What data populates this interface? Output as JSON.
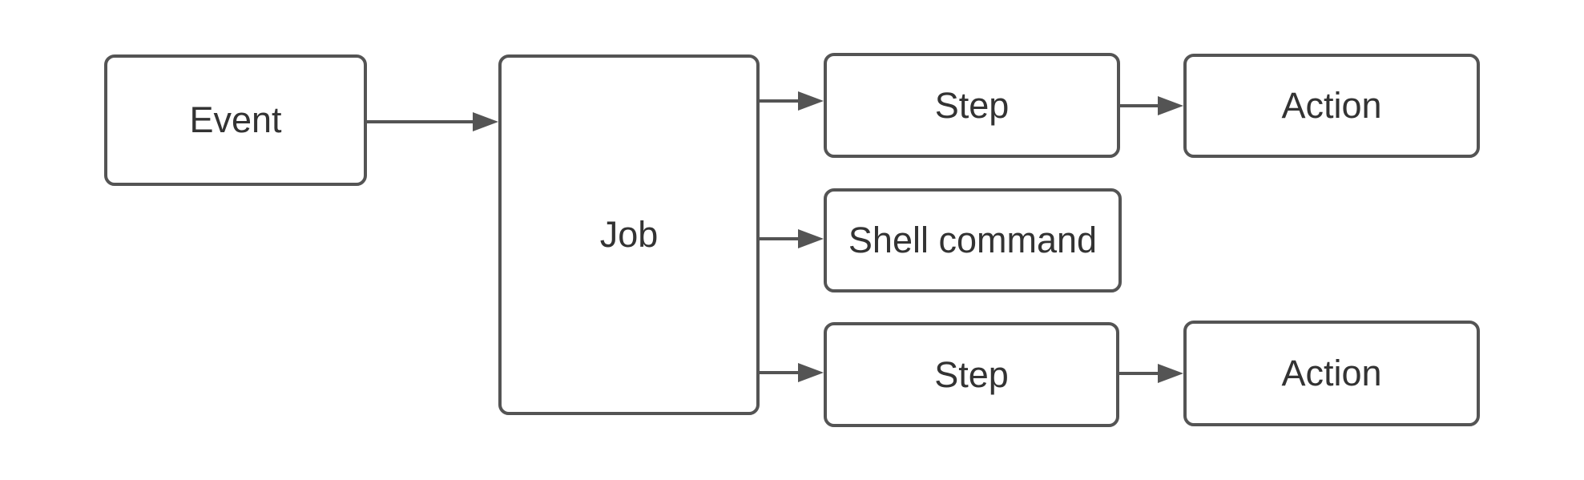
{
  "diagram": {
    "type": "flowchart",
    "description": "Workflow diagram: an Event triggers a Job; the Job runs Steps (which use Actions) and a Shell command",
    "nodes": {
      "event": {
        "label": "Event"
      },
      "job": {
        "label": "Job"
      },
      "step_top": {
        "label": "Step"
      },
      "action_top": {
        "label": "Action"
      },
      "shell_command": {
        "label": "Shell command"
      },
      "step_bottom": {
        "label": "Step"
      },
      "action_bottom": {
        "label": "Action"
      }
    },
    "edges": [
      {
        "from": "event",
        "to": "job"
      },
      {
        "from": "job",
        "to": "step_top"
      },
      {
        "from": "job",
        "to": "shell_command"
      },
      {
        "from": "job",
        "to": "step_bottom"
      },
      {
        "from": "step_top",
        "to": "action_top"
      },
      {
        "from": "step_bottom",
        "to": "action_bottom"
      }
    ],
    "colors": {
      "stroke": "#545454",
      "text": "#333333",
      "node_fill": "#ffffff",
      "canvas_background": "#ffffff"
    }
  }
}
